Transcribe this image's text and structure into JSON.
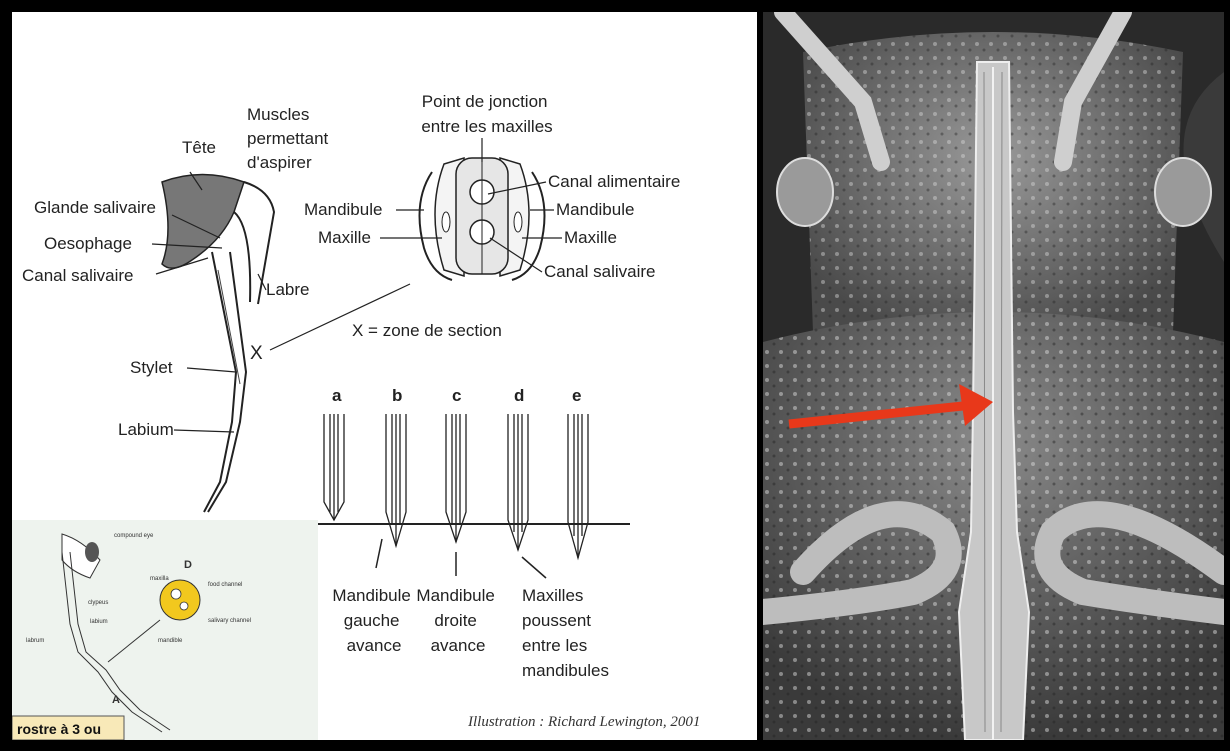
{
  "overview_labels": {
    "tete": "Tête",
    "muscles": [
      "Muscles",
      "permettant",
      "d'aspirer"
    ],
    "glande_salivaire": "Glande salivaire",
    "oesophage": "Oesophage",
    "canal_salivaire": "Canal salivaire",
    "labre": "Labre",
    "x_marker": "X",
    "stylet": "Stylet",
    "labium": "Labium"
  },
  "section_labels": {
    "jonction": [
      "Point de jonction",
      "entre les maxilles"
    ],
    "canal_alimentaire": "Canal alimentaire",
    "mandibule_left": "Mandibule",
    "mandibule_right": "Mandibule",
    "maxille_left": "Maxille",
    "maxille_right": "Maxille",
    "canal_salivaire": "Canal salivaire",
    "zone_caption": "X = zone de section"
  },
  "sequence": {
    "letters": [
      "a",
      "b",
      "c",
      "d",
      "e"
    ],
    "captions": [
      [
        "Mandibule",
        "gauche",
        "avance"
      ],
      [
        "Mandibule",
        "droite",
        "avance"
      ],
      [
        "Maxilles",
        "poussent",
        "entre les",
        "mandibules"
      ]
    ]
  },
  "inset": {
    "label_compound_eye": "compound eye",
    "label_D": "D",
    "label_maxilla": "maxilla",
    "label_food_channel": "food channel",
    "label_clypeus": "clypeus",
    "label_labium": "labium",
    "label_labrum": "labrum",
    "label_salivary": "salivary channel",
    "label_mandible": "mandible",
    "label_A": "A",
    "box_text": "rostre à 3 ou"
  },
  "credit": "Illustration : Richard Lewington, 2001",
  "colors": {
    "arrow": "#e8381a",
    "inset_bg": "#eef3ee",
    "inset_yellow": "#f2c81e",
    "inset_box": "#f8e9b8"
  }
}
